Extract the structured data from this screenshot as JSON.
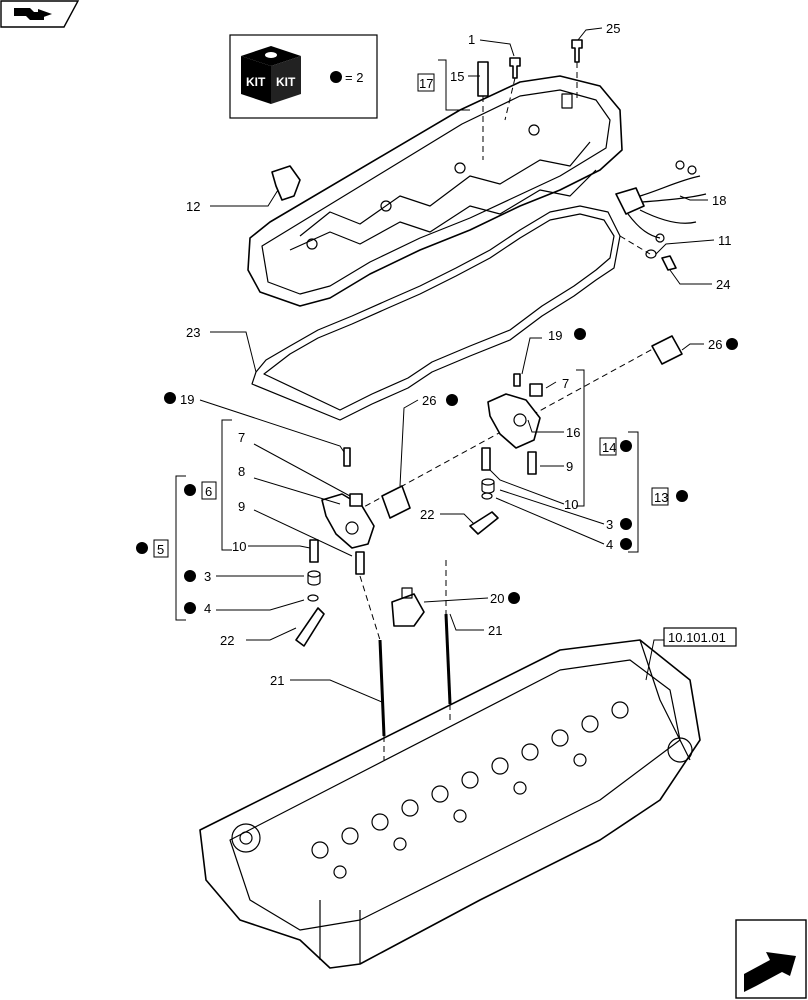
{
  "kit": {
    "box_text_1": "KIT",
    "box_text_2": "KIT",
    "legend_text": "= 2"
  },
  "reference": "10.101.01",
  "callouts": {
    "c1": "1",
    "c25": "25",
    "c15": "15",
    "c17": "17",
    "c12": "12",
    "c18": "18",
    "c11": "11",
    "c24": "24",
    "c23": "23",
    "c19a": "19",
    "c26a": "26",
    "c7a": "7",
    "c16": "16",
    "c14": "14",
    "c9a": "9",
    "c10a": "10",
    "c13": "13",
    "c3a": "3",
    "c4a": "4",
    "c19b": "19",
    "c26b": "26",
    "c7b": "7",
    "c8": "8",
    "c9b": "9",
    "c6": "6",
    "c5": "5",
    "c10b": "10",
    "c22a": "22",
    "c3b": "3",
    "c4b": "4",
    "c22b": "22",
    "c20": "20",
    "c21a": "21",
    "c21b": "21"
  },
  "icons": {
    "top_left": "book-arrow-icon",
    "bottom_right": "next-page-arrow-icon"
  }
}
